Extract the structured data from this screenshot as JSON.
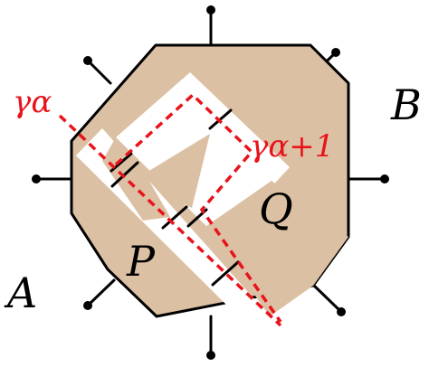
{
  "labels": {
    "region_a": "A",
    "region_b": "B",
    "region_p": "P",
    "region_q": "Q",
    "gamma_alpha": "γα",
    "gamma_alpha_plus_1": "γα+1"
  },
  "colors": {
    "fill": "#dcc0a4",
    "stroke": "#000000",
    "red": "#e8141c",
    "background": "#ffffff"
  },
  "legs": 8
}
